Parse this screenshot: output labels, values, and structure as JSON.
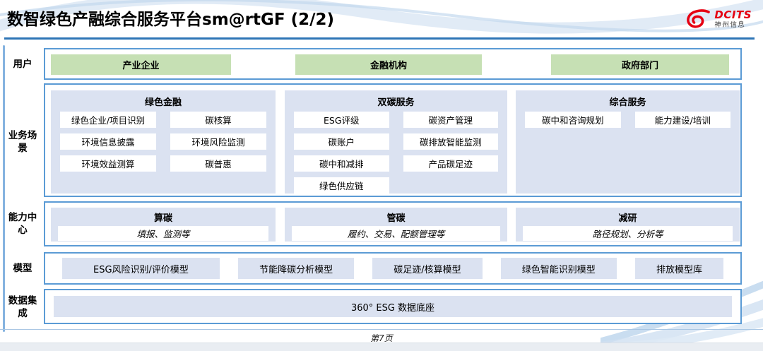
{
  "header": {
    "title": "数智绿色产融综合服务平台sm@rtGF (2/2)",
    "logo": {
      "brand": "DCITS",
      "company": "神州信息"
    }
  },
  "rows": {
    "users": {
      "label": "用户",
      "items": [
        "产业企业",
        "金融机构",
        "政府部门"
      ]
    },
    "scenarios": {
      "label": "业务场景",
      "columns": [
        {
          "title": "绿色金融",
          "items": [
            "绿色企业/项目识别",
            "碳核算",
            "环境信息披露",
            "环境风险监测",
            "环境效益测算",
            "碳普惠"
          ]
        },
        {
          "title": "双碳服务",
          "items": [
            "ESG评级",
            "碳资产管理",
            "碳账户",
            "碳排放智能监测",
            "碳中和减排",
            "产品碳足迹",
            "绿色供应链"
          ]
        },
        {
          "title": "综合服务",
          "items": [
            "碳中和咨询规划",
            "能力建设/培训"
          ]
        }
      ]
    },
    "capabilities": {
      "label": "能力中心",
      "columns": [
        {
          "title": "算碳",
          "desc": "填报、监测等"
        },
        {
          "title": "管碳",
          "desc": "履约、交易、配额管理等"
        },
        {
          "title": "减研",
          "desc": "路径规划、分析等"
        }
      ]
    },
    "models": {
      "label": "模型",
      "items": [
        "ESG风险识别/评价模型",
        "节能降碳分析模型",
        "碳足迹/核算模型",
        "绿色智能识别模型",
        "排放模型库"
      ]
    },
    "data_integration": {
      "label": "数据集成",
      "item": "360° ESG 数据底座"
    }
  },
  "footer": {
    "page": "第7页"
  },
  "colors": {
    "container_border": "#5b9bd5",
    "panel_fill": "#dbe2f1",
    "user_green": "#c6e0b4",
    "title_underline": "#2e75b6",
    "logo_red": "#e60012"
  }
}
